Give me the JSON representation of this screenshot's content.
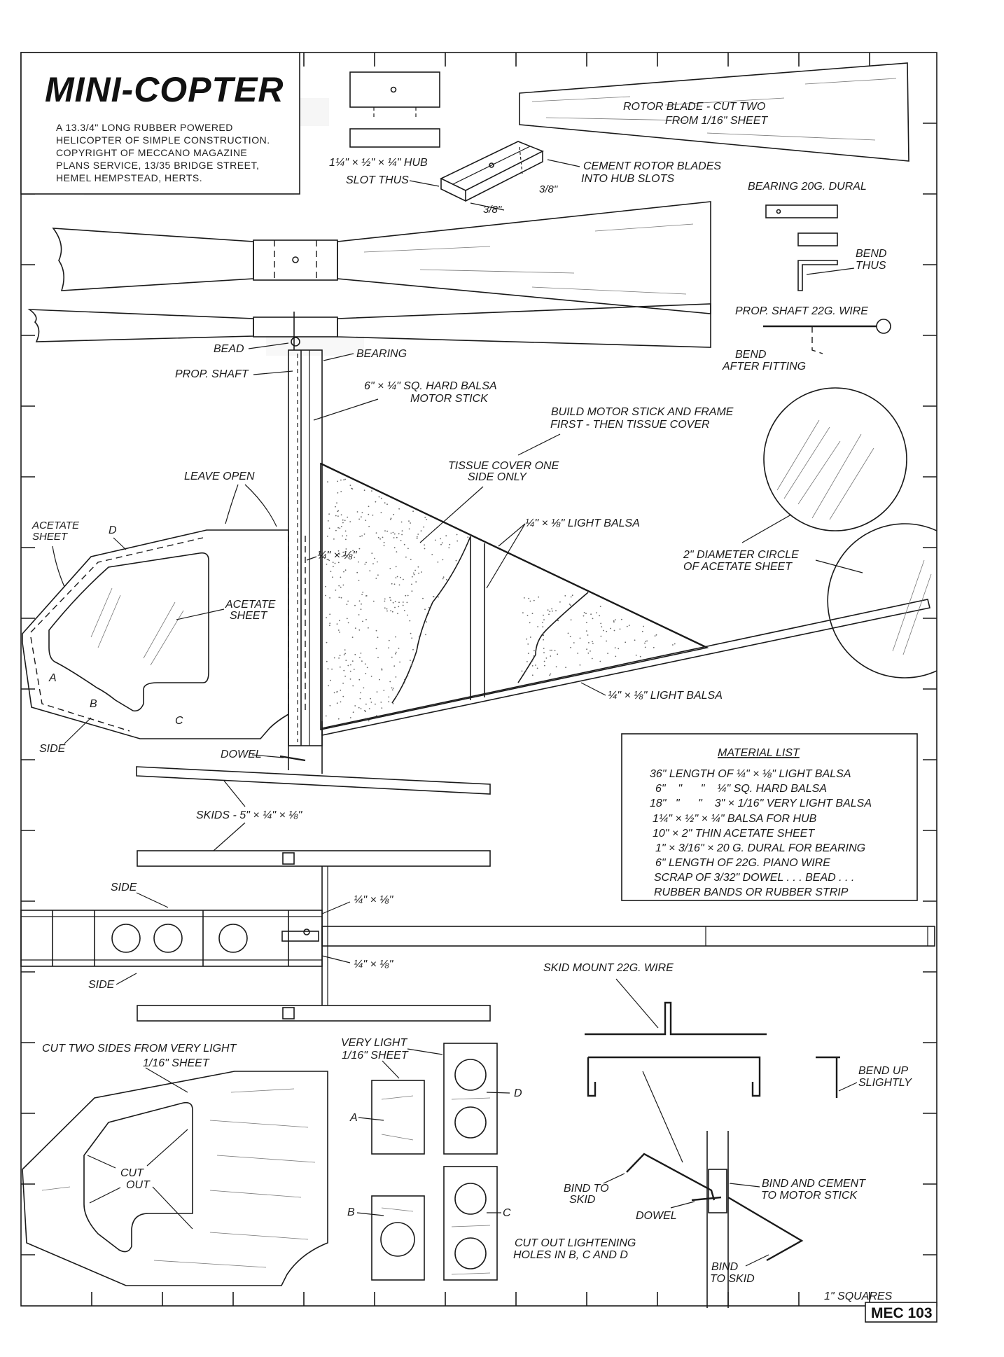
{
  "title_block": {
    "title": "MINI-COPTER",
    "description_lines": [
      "A 13.3/4\" LONG RUBBER POWERED",
      "HELICOPTER OF SIMPLE CONSTRUCTION.",
      "COPYRIGHT OF MECCANO MAGAZINE",
      "PLANS SERVICE, 13/35 BRIDGE STREET,",
      "HEMEL HEMPSTEAD, HERTS."
    ]
  },
  "labels": {
    "hub": "1¼\" × ½\" × ¼\" HUB",
    "slot_thus": "SLOT THUS",
    "slot_dim_a": "3/8\"",
    "slot_dim_b": "3/8\"",
    "cement_rotor_1": "CEMENT ROTOR BLADES",
    "cement_rotor_2": "INTO HUB SLOTS",
    "rotor_blade_1": "ROTOR BLADE - CUT TWO",
    "rotor_blade_2": "FROM 1/16\" SHEET",
    "bearing_dural": "BEARING 20G. DURAL",
    "bend_thus_1": "BEND",
    "bend_thus_2": "THUS",
    "prop_shaft_wire": "PROP. SHAFT 22G. WIRE",
    "bend_after_1": "BEND",
    "bend_after_2": "AFTER FITTING",
    "bead": "BEAD",
    "bearing": "BEARING",
    "prop_shaft": "PROP. SHAFT",
    "motor_stick_1": "6\" × ¼\" SQ. HARD BALSA",
    "motor_stick_2": "MOTOR STICK",
    "build_1": "BUILD MOTOR STICK AND FRAME",
    "build_2": "FIRST - THEN TISSUE COVER",
    "tissue_1": "TISSUE COVER ONE",
    "tissue_2": "SIDE ONLY",
    "leave_open": "LEAVE OPEN",
    "acetate_1": "ACETATE",
    "acetate_2": "SHEET",
    "label_d": "D",
    "quarter_eighth": "¼\" × ⅛\"",
    "light_balsa_top": "¼\" × ⅛\" LIGHT BALSA",
    "circle_1": "2\" DIAMETER CIRCLE",
    "circle_2": "OF ACETATE SHEET",
    "acetate_inner_1": "ACETATE",
    "acetate_inner_2": "SHEET",
    "label_a": "A",
    "label_b": "B",
    "label_c": "C",
    "side": "SIDE",
    "dowel": "DOWEL",
    "light_balsa_bottom": "¼\" × ⅛\" LIGHT BALSA",
    "skids": "SKIDS - 5\" × ¼\" × ⅛\"",
    "side_top": "SIDE",
    "side_bottom": "SIDE",
    "plan_dim_top": "¼\" × ⅛\"",
    "plan_dim_bottom": "¼\" × ⅛\"",
    "skid_mount": "SKID MOUNT 22G. WIRE",
    "cut_two_1": "CUT TWO SIDES FROM VERY LIGHT",
    "cut_two_2": "1/16\" SHEET",
    "very_light_1": "VERY LIGHT",
    "very_light_2": "1/16\" SHEET",
    "part_a": "A",
    "part_b": "B",
    "part_c": "C",
    "part_d": "D",
    "cut_out_1": "CUT",
    "cut_out_2": "OUT",
    "bend_up_1": "BEND UP",
    "bend_up_2": "SLIGHTLY",
    "bind_skid_1": "BIND TO",
    "bind_skid_2": "SKID",
    "dowel_bottom": "DOWEL",
    "bind_cement_1": "BIND AND CEMENT",
    "bind_cement_2": "TO MOTOR STICK",
    "bind_skid_b1": "BIND",
    "bind_skid_b2": "TO SKID",
    "lightening_1": "CUT OUT LIGHTENING",
    "lightening_2": "HOLES IN B, C AND D",
    "squares": "1\" SQUARES",
    "plan_code": "MEC 103"
  },
  "material_list": {
    "heading": "MATERIAL LIST",
    "items": [
      "36\" LENGTH OF ¼\" × ⅛\" LIGHT BALSA",
      "6\"    \"      \"    ¼\" SQ. HARD BALSA",
      "18\"   \"      \"    3\" × 1/16\" VERY LIGHT BALSA",
      "1¼\" × ½\" × ¼\" BALSA FOR HUB",
      "10\" × 2\" THIN ACETATE SHEET",
      "1\" × 3/16\" × 20 G. DURAL FOR BEARING",
      "6\" LENGTH OF 22G. PIANO WIRE",
      "SCRAP OF 3/32\" DOWEL . . . BEAD . . .",
      "RUBBER BANDS OR RUBBER STRIP"
    ]
  }
}
